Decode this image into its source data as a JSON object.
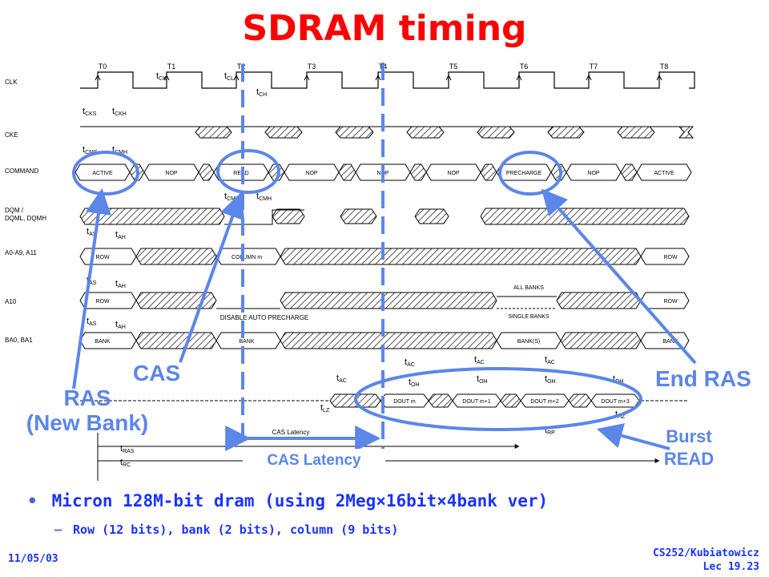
{
  "title": "SDRAM timing",
  "clock_labels": [
    "T0",
    "T1",
    "T2",
    "T3",
    "T4",
    "T5",
    "T6",
    "T7",
    "T8"
  ],
  "signals": [
    {
      "name": "CLK"
    },
    {
      "name": "CKE"
    },
    {
      "name": "COMMAND"
    },
    {
      "name": "DQM /"
    },
    {
      "name": "DQML, DQMH"
    },
    {
      "name": "A0-A9, A11"
    },
    {
      "name": "A10"
    },
    {
      "name": "BA0, BA1"
    }
  ],
  "command_labels": [
    "ACTIVE",
    "NOP",
    "READ",
    "NOP",
    "NOP",
    "NOP",
    "PRECHARGE",
    "NOP",
    "ACTIVE"
  ],
  "address_labels": [
    "ROW",
    "COLUMN m",
    "ROW"
  ],
  "a10_labels": [
    "ROW",
    "ALL BANKS",
    "SINGLE BANKS",
    "ROW"
  ],
  "bank_labels": [
    "BANK",
    "BANK",
    "BANK(S)",
    "BANK"
  ],
  "disable_text": "DISABLE AUTO PRECHARGE",
  "dq_labels": [
    "DOUT m",
    "DOUT m+1",
    "DOUT m+2",
    "DOUT m+3"
  ],
  "timing_params": [
    "tCK",
    "tCL",
    "tCH",
    "tCKS",
    "tCKH",
    "tCMS",
    "tCMH",
    "tCMS",
    "tCMH",
    "tAS",
    "tAH",
    "tAS",
    "tAH",
    "tAS",
    "tAH",
    "tAC",
    "tAC",
    "tAC",
    "tAC",
    "tOH",
    "tOH",
    "tOH",
    "tOH",
    "tLZ",
    "tHZ",
    "tRP",
    "tRAS",
    "tRC"
  ],
  "cas_latency_inner": "CAS Latency",
  "annotations": {
    "cas": "CAS",
    "ras_line1": "RAS",
    "ras_line2": "(New Bank)",
    "end_ras": "End RAS",
    "burst_line1": "Burst",
    "burst_line2": "READ",
    "cas_latency": "CAS Latency"
  },
  "bullet": "Micron 128M-bit dram (using 2Meg×16bit×4bank ver)",
  "sub_bullet": "Row (12 bits), bank (2 bits), column (9 bits)",
  "footer_left": "11/05/03",
  "footer_right_1": "CS252/Kubiatowicz",
  "footer_right_2": "Lec 19.23",
  "colors": {
    "title": "#ff0000",
    "annotation": "#5b86ea",
    "bullet": "#1a33ff",
    "waveform": "#000000",
    "hatch": "#555555"
  }
}
